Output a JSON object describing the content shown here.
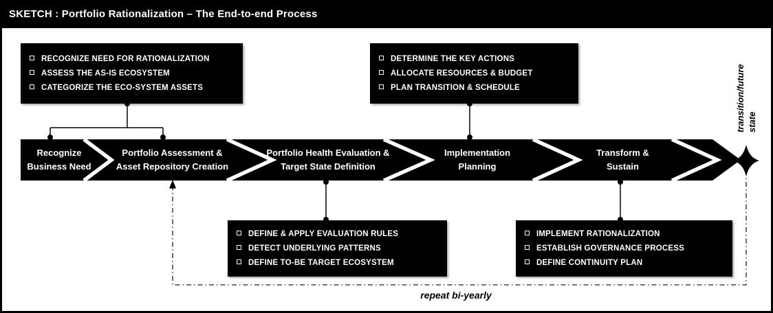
{
  "title": "SKETCH : Portfolio Rationalization – The End-to-end Process",
  "stages": [
    {
      "label": "Recognize\nBusiness Need"
    },
    {
      "label": "Portfolio Assessment &\nAsset Repository Creation"
    },
    {
      "label": "Portfolio Health Evaluation &\nTarget State Definition"
    },
    {
      "label": "Implementation\nPlanning"
    },
    {
      "label": "Transform &\nSustain"
    }
  ],
  "callouts": {
    "top_left": {
      "items": [
        "RECOGNIZE NEED FOR RATIONALIZATION",
        "ASSESS THE AS-IS ECOSYSTEM",
        "CATEGORIZE THE ECO-SYSTEM ASSETS"
      ]
    },
    "top_middle": {
      "items": [
        "DETERMINE THE KEY ACTIONS",
        "ALLOCATE RESOURCES & BUDGET",
        "PLAN TRANSITION & SCHEDULE"
      ]
    },
    "bottom_left": {
      "items": [
        "DEFINE & APPLY EVALUATION RULES",
        "DETECT UNDERLYING PATTERNS",
        "DEFINE TO-BE TARGET ECOSYSTEM"
      ]
    },
    "bottom_right": {
      "items": [
        "IMPLEMENT RATIONALIZATION",
        "ESTABLISH GOVERNANCE PROCESS",
        "DEFINE CONTINUITY PLAN"
      ]
    }
  },
  "annotations": {
    "future_state_label": "transition/future\nstate",
    "repeat_label": "repeat bi-yearly"
  },
  "colors": {
    "ink": "#000000",
    "background": "#ffffff",
    "text_on_dark": "#ffffff"
  }
}
